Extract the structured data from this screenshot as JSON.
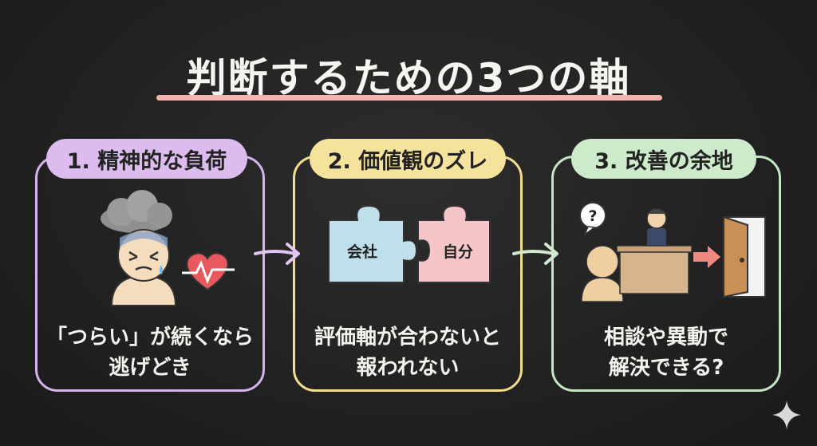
{
  "title": "判断するための3つの軸",
  "colors": {
    "background": "#222222",
    "title_underline": "#f4b4b0",
    "card1": "#d6b3ea",
    "card2": "#f3dd8f",
    "card3": "#c5e6c5",
    "puzzle_blue": "#bfe0ea",
    "puzzle_pink": "#f6c5c8"
  },
  "cards": [
    {
      "heading": "1. 精神的な負荷",
      "caption_lines": [
        "「つらい」が続くなら",
        "逃げどき"
      ],
      "icons": [
        "storm-cloud-icon",
        "stressed-person-icon",
        "heartbeat-icon"
      ]
    },
    {
      "heading": "2. 価値観のズレ",
      "caption_lines": [
        "評価軸が合わないと",
        "報われない"
      ],
      "puzzle_left": "会社",
      "puzzle_right": "自分",
      "icons": [
        "puzzle-piece-icon",
        "puzzle-piece-icon"
      ]
    },
    {
      "heading": "3. 改善の余地",
      "caption_lines": [
        "相談や異動で",
        "解決できる?"
      ],
      "question_mark": "?",
      "icons": [
        "person-icon",
        "manager-at-desk-icon",
        "arrow-right-icon",
        "open-door-icon"
      ]
    }
  ],
  "connectors": [
    "arrow-right-icon",
    "arrow-right-icon"
  ],
  "corner_icon": "sparkle-icon"
}
